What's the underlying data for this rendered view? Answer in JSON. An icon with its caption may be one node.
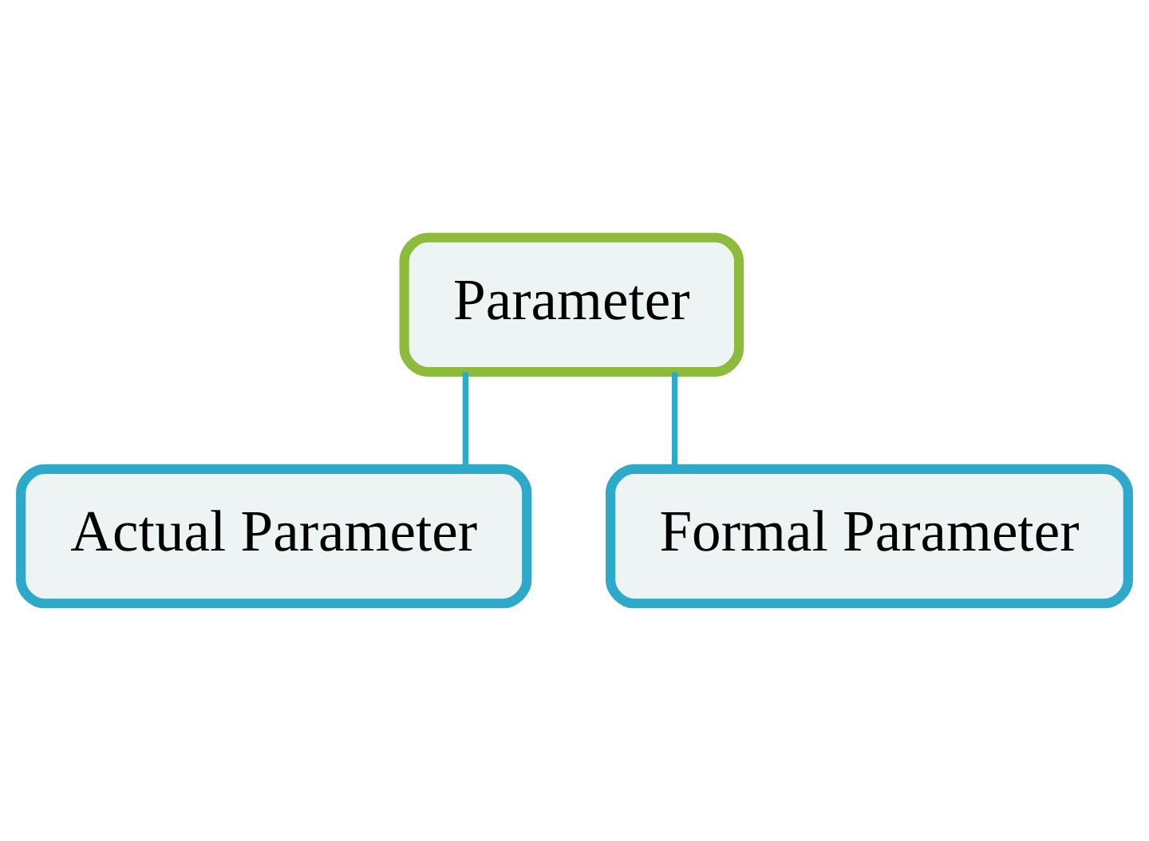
{
  "diagram": {
    "nodes": [
      {
        "text": [
          "Parameter"
        ]
      },
      {
        "text": [
          "Actual Parameter"
        ]
      },
      {
        "text": [
          "Formal Parameter"
        ]
      }
    ],
    "edges": [
      {
        "from": 0,
        "to": 1,
        "arrow": "none"
      },
      {
        "from": 0,
        "to": 2,
        "arrow": "none"
      }
    ]
  }
}
